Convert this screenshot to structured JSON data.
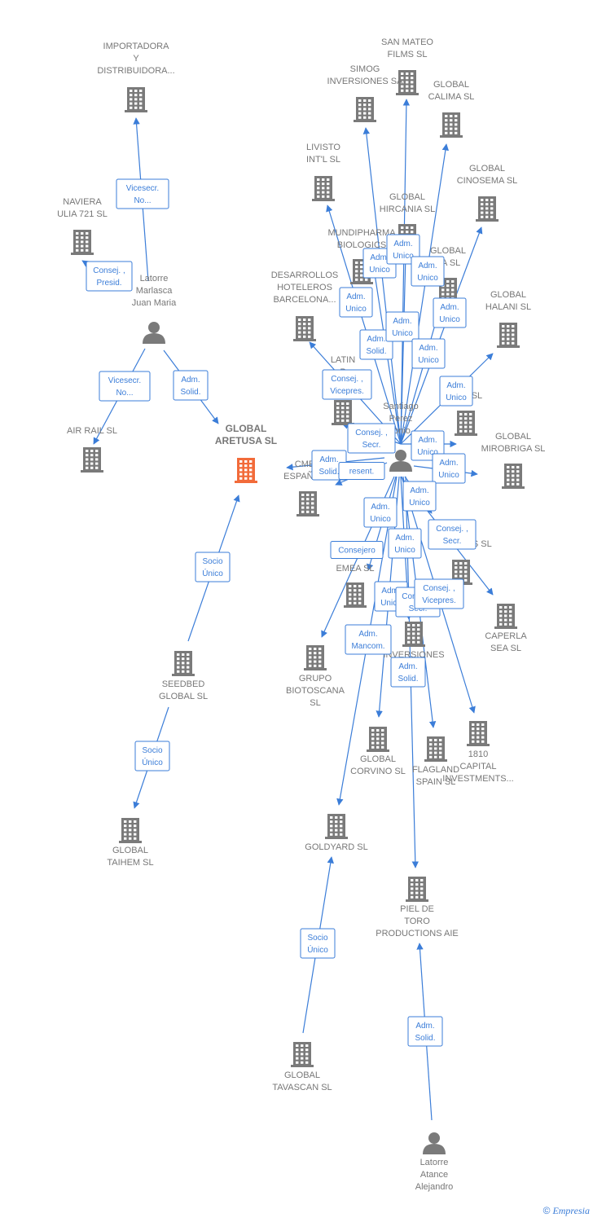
{
  "colors": {
    "edge": "#3b7dd8",
    "company": "#7a7a7a",
    "focus_company": "#f26b3a",
    "person": "#7a7a7a",
    "label": "#777777"
  },
  "footer": {
    "copyright": "©",
    "brand": "Empresia"
  },
  "nodes": [
    {
      "id": "importadora",
      "type": "company",
      "label": [
        "IMPORTADORA",
        "Y",
        "DISTRIBUIDORA..."
      ]
    },
    {
      "id": "naviera",
      "type": "company",
      "label": [
        "NAVIERA",
        "ULIA 721  SL"
      ]
    },
    {
      "id": "latorre_mjm",
      "type": "person",
      "label": [
        "Latorre",
        "Marlasca",
        "Juan Maria"
      ]
    },
    {
      "id": "airrail",
      "type": "company",
      "label": [
        "AIR RAIL SL"
      ]
    },
    {
      "id": "aretusa",
      "type": "company",
      "focus": true,
      "label": [
        "GLOBAL",
        "ARETUSA  SL"
      ]
    },
    {
      "id": "seedbed",
      "type": "company",
      "label": [
        "SEEDBED",
        "GLOBAL  SL"
      ]
    },
    {
      "id": "taihem",
      "type": "company",
      "label": [
        "GLOBAL",
        "TAIHEM SL"
      ]
    },
    {
      "id": "sanmateo",
      "type": "company",
      "label": [
        "SAN MATEO",
        "FILMS SL"
      ]
    },
    {
      "id": "simog",
      "type": "company",
      "label": [
        "SIMOG",
        "INVERSIONES SA"
      ]
    },
    {
      "id": "calima",
      "type": "company",
      "label": [
        "GLOBAL",
        "CALIMA SL"
      ]
    },
    {
      "id": "livisto",
      "type": "company",
      "label": [
        "LIVISTO",
        "INT'L  SL"
      ]
    },
    {
      "id": "cinosema",
      "type": "company",
      "label": [
        "GLOBAL",
        "CINOSEMA SL"
      ]
    },
    {
      "id": "hircania",
      "type": "company",
      "label": [
        "GLOBAL",
        "HIRCANIA  SL"
      ]
    },
    {
      "id": "mundipharma",
      "type": "company",
      "label": [
        "MUNDIPHARMA",
        "BIOLOGICS"
      ]
    },
    {
      "id": "gba",
      "type": "company",
      "label": [
        "GLOBAL",
        "BA  SL"
      ]
    },
    {
      "id": "desarrollos",
      "type": "company",
      "label": [
        "DESARROLLOS",
        "HOTELEROS",
        "BARCELONA..."
      ]
    },
    {
      "id": "halani",
      "type": "company",
      "label": [
        "GLOBAL",
        "HALANI  SL"
      ]
    },
    {
      "id": "latin",
      "type": "company",
      "label": [
        "LATIN",
        "P"
      ]
    },
    {
      "id": "gtu",
      "type": "company",
      "label": [
        "AL",
        "TU   A SL"
      ]
    },
    {
      "id": "santiago",
      "type": "person",
      "label": [
        "Santiago",
        "Perez",
        "tonio"
      ]
    },
    {
      "id": "mirobriga",
      "type": "company",
      "label": [
        "GLOBAL",
        "MIROBRIGA SL"
      ]
    },
    {
      "id": "cmed",
      "type": "company",
      "label": [
        "CMED",
        "ESPAÑA  SL"
      ]
    },
    {
      "id": "partners",
      "type": "company",
      "label": [
        "PARTNERS  SL"
      ]
    },
    {
      "id": "lingroup",
      "type": "company",
      "label": [
        "LIN GROUP",
        "EMEA  SL"
      ]
    },
    {
      "id": "caperla",
      "type": "company",
      "label": [
        "CAPERLA",
        "SEA SL"
      ]
    },
    {
      "id": "biotoscana",
      "type": "company",
      "label": [
        "GRUPO",
        "BIOTOSCANA",
        "SL"
      ]
    },
    {
      "id": "inversiones",
      "type": "company",
      "label": [
        "INVERSIONES",
        "C          SL"
      ]
    },
    {
      "id": "corvino",
      "type": "company",
      "label": [
        "GLOBAL",
        "CORVINO SL"
      ]
    },
    {
      "id": "flagland",
      "type": "company",
      "label": [
        "FLAGLAND",
        "SPAIN SL"
      ]
    },
    {
      "id": "capital1810",
      "type": "company",
      "label": [
        "1810",
        "CAPITAL",
        "INVESTMENTS..."
      ]
    },
    {
      "id": "goldyard",
      "type": "company",
      "label": [
        "GOLDYARD SL"
      ]
    },
    {
      "id": "pieltoro",
      "type": "company",
      "label": [
        "PIEL DE",
        "TORO",
        "PRODUCTIONS AIE"
      ]
    },
    {
      "id": "tavascan",
      "type": "company",
      "label": [
        "GLOBAL",
        "TAVASCAN  SL"
      ]
    },
    {
      "id": "latorre_aa",
      "type": "person",
      "label": [
        "Latorre",
        "Atance",
        "Alejandro"
      ]
    }
  ],
  "relations": [
    {
      "id": "r1",
      "label": [
        "Vicesecr.",
        "No..."
      ]
    },
    {
      "id": "r2",
      "label": [
        "Consej. ,",
        "Presid."
      ]
    },
    {
      "id": "r3",
      "label": [
        "Vicesecr.",
        "No..."
      ]
    },
    {
      "id": "r4",
      "label": [
        "Adm.",
        "Solid."
      ]
    },
    {
      "id": "r5",
      "label": [
        "Socio",
        "Único"
      ]
    },
    {
      "id": "r6",
      "label": [
        "Socio",
        "Único"
      ]
    },
    {
      "id": "r7",
      "label": [
        "Adm.",
        "Unico"
      ]
    },
    {
      "id": "r8",
      "label": [
        "Adm.",
        "Unico"
      ]
    },
    {
      "id": "r9",
      "label": [
        "Adm.",
        "Unico"
      ]
    },
    {
      "id": "r10",
      "label": [
        "Adm.",
        "Unico"
      ]
    },
    {
      "id": "r11",
      "label": [
        "Adm.",
        "Unico"
      ]
    },
    {
      "id": "r12",
      "label": [
        "Adm.",
        "Solid."
      ]
    },
    {
      "id": "r13",
      "label": [
        "Adm.",
        "Unico"
      ]
    },
    {
      "id": "r14",
      "label": [
        "Adm.",
        "Unico"
      ]
    },
    {
      "id": "r15",
      "label": [
        "Consej. ,",
        "Vicepres."
      ]
    },
    {
      "id": "r16",
      "label": [
        "Adm.",
        "Unico"
      ]
    },
    {
      "id": "r17",
      "label": [
        "Consej. ,",
        "Secr."
      ]
    },
    {
      "id": "r18",
      "label": [
        "Adm.",
        "Unico"
      ]
    },
    {
      "id": "r19",
      "label": [
        "Adm.",
        "Solid."
      ]
    },
    {
      "id": "r20",
      "label": [
        "resent."
      ]
    },
    {
      "id": "r21",
      "label": [
        "Adm.",
        "Unico"
      ]
    },
    {
      "id": "r22",
      "label": [
        "Adm.",
        "Unico"
      ]
    },
    {
      "id": "r23",
      "label": [
        "Adm.",
        "Unico"
      ]
    },
    {
      "id": "r24",
      "label": [
        "Consej. ,",
        "Secr."
      ]
    },
    {
      "id": "r25",
      "label": [
        "Consejero"
      ]
    },
    {
      "id": "r26",
      "label": [
        "Adm.",
        "Unico"
      ]
    },
    {
      "id": "r27",
      "label": [
        "Adm.",
        "Unico"
      ]
    },
    {
      "id": "r28",
      "label": [
        "Consej. ,",
        "Secr."
      ]
    },
    {
      "id": "r29",
      "label": [
        "Consej. ,",
        "Vicepres."
      ]
    },
    {
      "id": "r30",
      "label": [
        "Adm.",
        "Mancom."
      ]
    },
    {
      "id": "r31",
      "label": [
        "Adm.",
        "Solid."
      ]
    },
    {
      "id": "r32",
      "label": [
        "Socio",
        "Único"
      ]
    },
    {
      "id": "r33",
      "label": [
        "Adm.",
        "Solid."
      ]
    }
  ]
}
